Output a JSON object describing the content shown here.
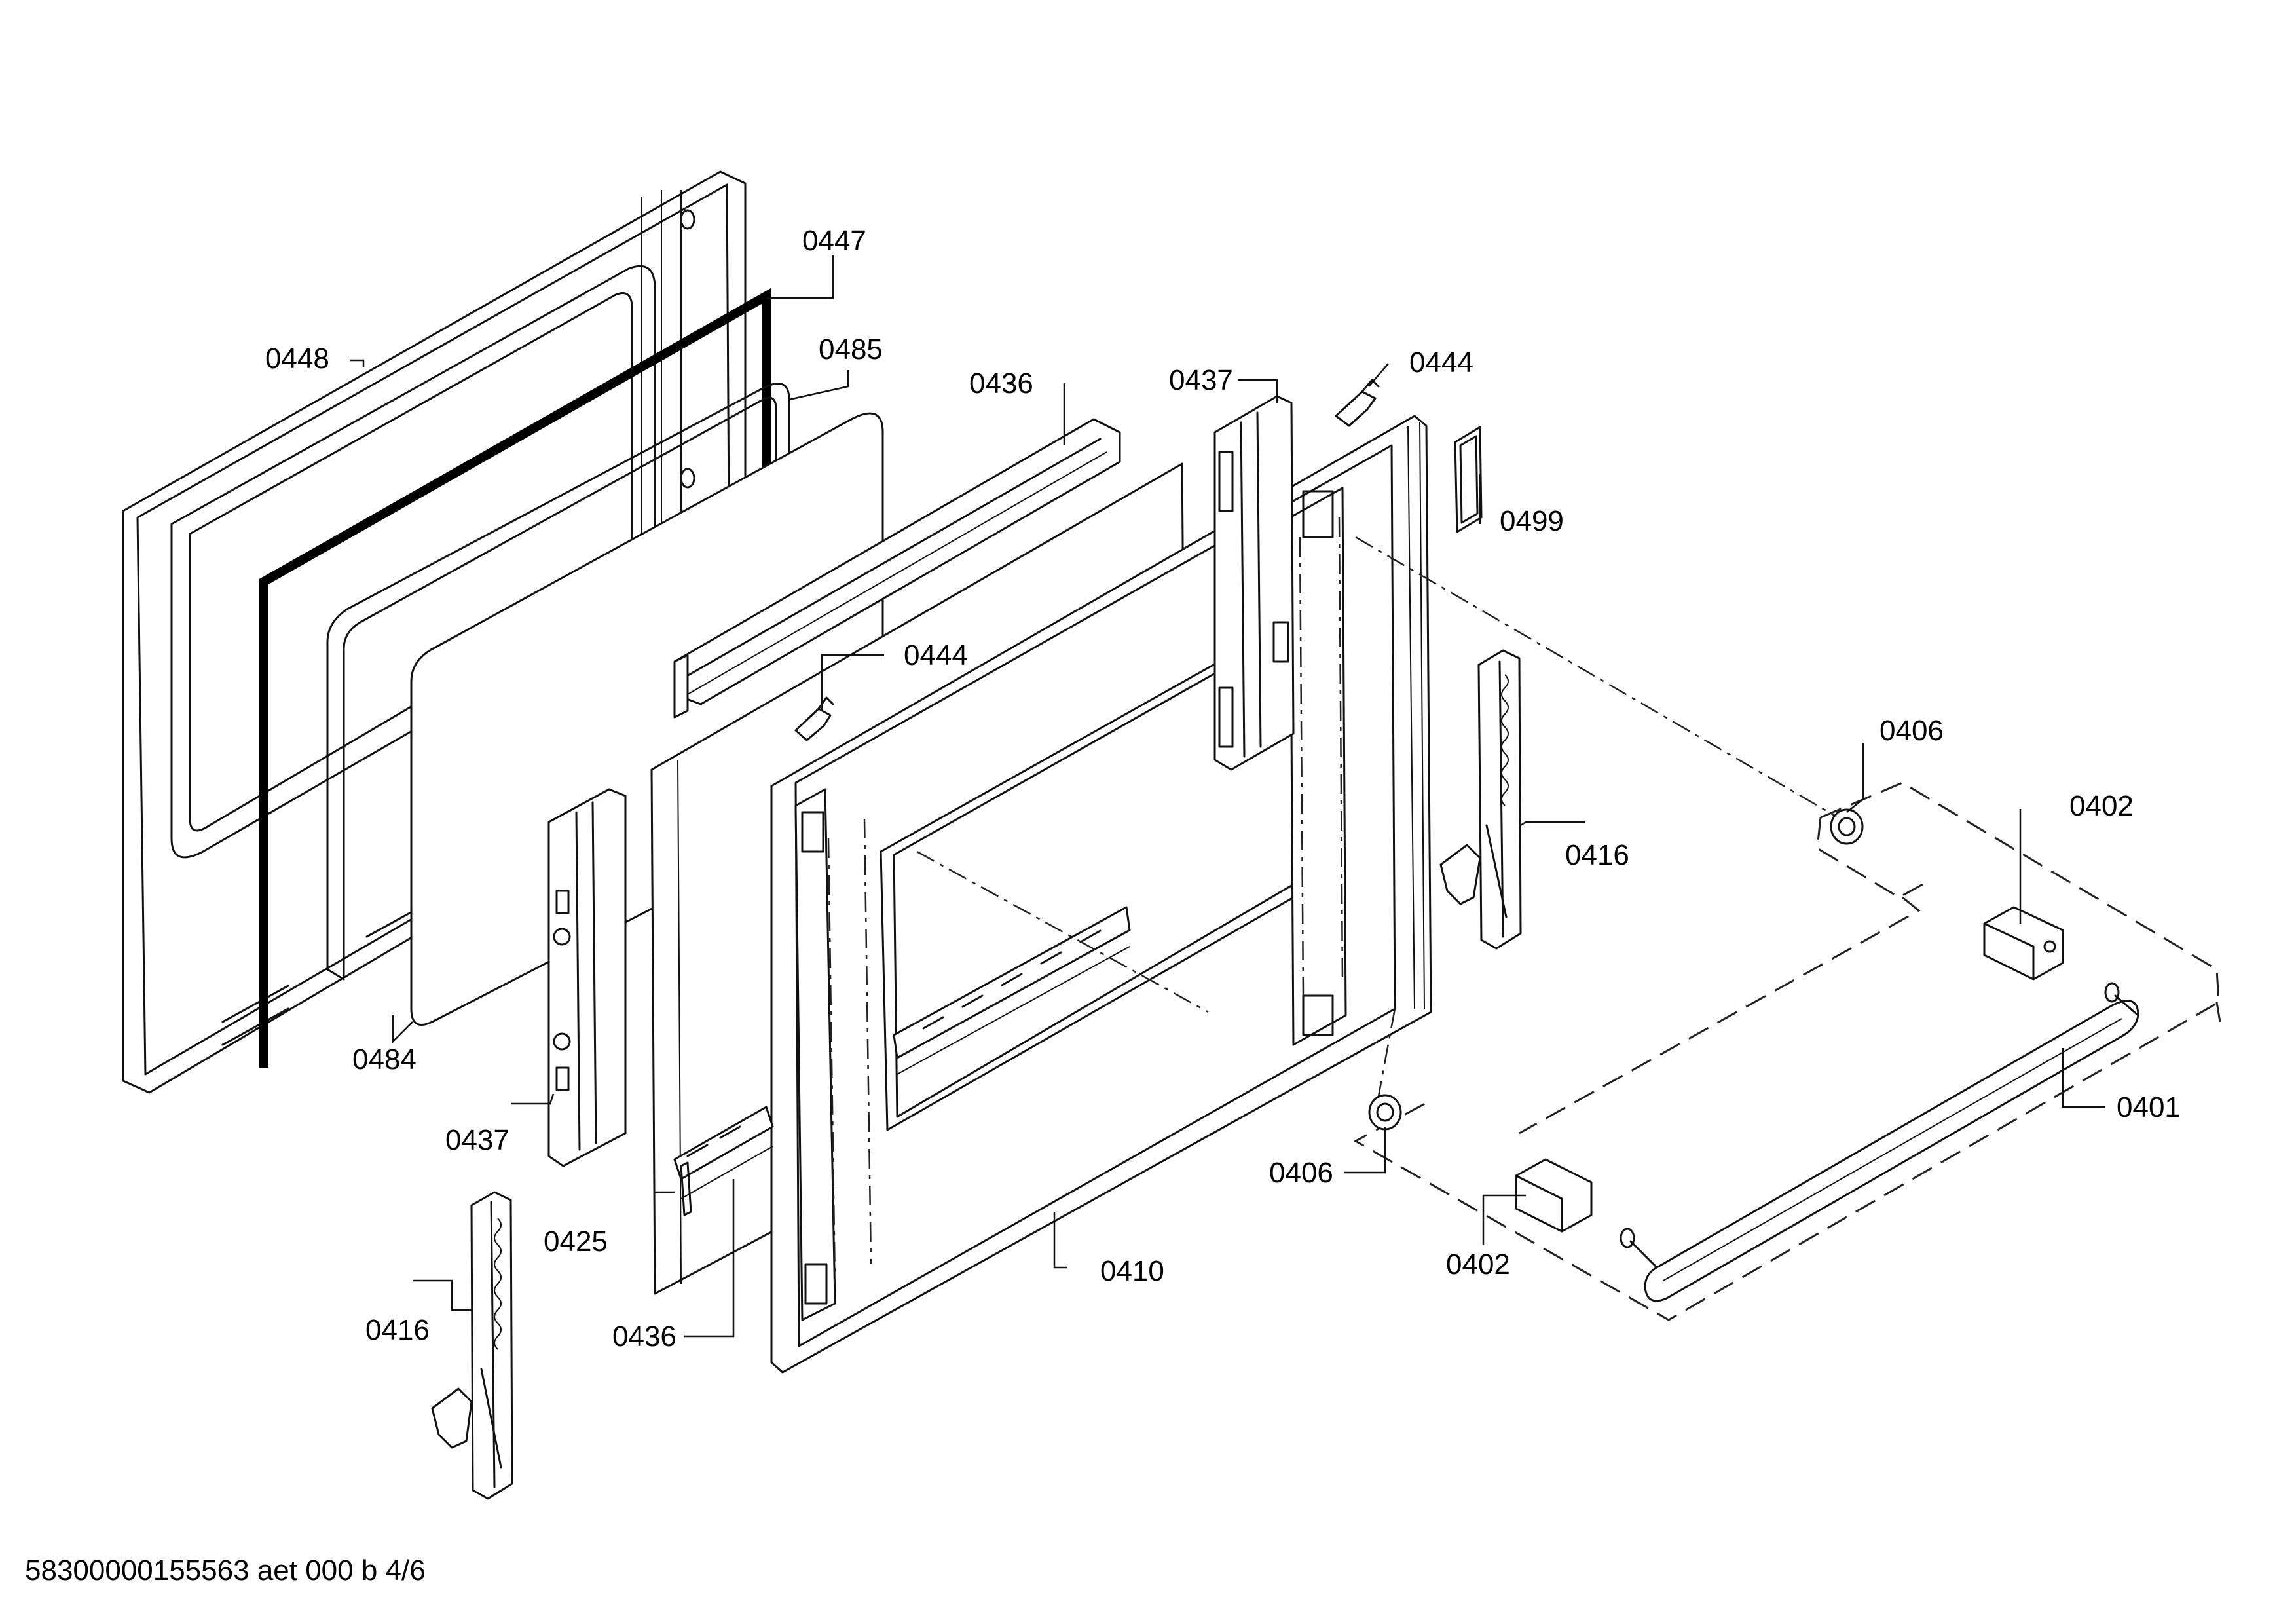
{
  "diagram": {
    "footer_text": "58300000155563 aet 000 b 4/6",
    "callouts": [
      {
        "id": "c0448",
        "label": "0448"
      },
      {
        "id": "c0447",
        "label": "0447"
      },
      {
        "id": "c0485",
        "label": "0485"
      },
      {
        "id": "c0436a",
        "label": "0436"
      },
      {
        "id": "c0437a",
        "label": "0437"
      },
      {
        "id": "c0444a",
        "label": "0444"
      },
      {
        "id": "c0499",
        "label": "0499"
      },
      {
        "id": "c0444b",
        "label": "0444"
      },
      {
        "id": "c0406a",
        "label": "0406"
      },
      {
        "id": "c0402a",
        "label": "0402"
      },
      {
        "id": "c0416a",
        "label": "0416"
      },
      {
        "id": "c0484",
        "label": "0484"
      },
      {
        "id": "c0437b",
        "label": "0437"
      },
      {
        "id": "c0401",
        "label": "0401"
      },
      {
        "id": "c0406b",
        "label": "0406"
      },
      {
        "id": "c0425",
        "label": "0425"
      },
      {
        "id": "c0410",
        "label": "0410"
      },
      {
        "id": "c0402b",
        "label": "0402"
      },
      {
        "id": "c0416b",
        "label": "0416"
      },
      {
        "id": "c0436b",
        "label": "0436"
      }
    ]
  }
}
